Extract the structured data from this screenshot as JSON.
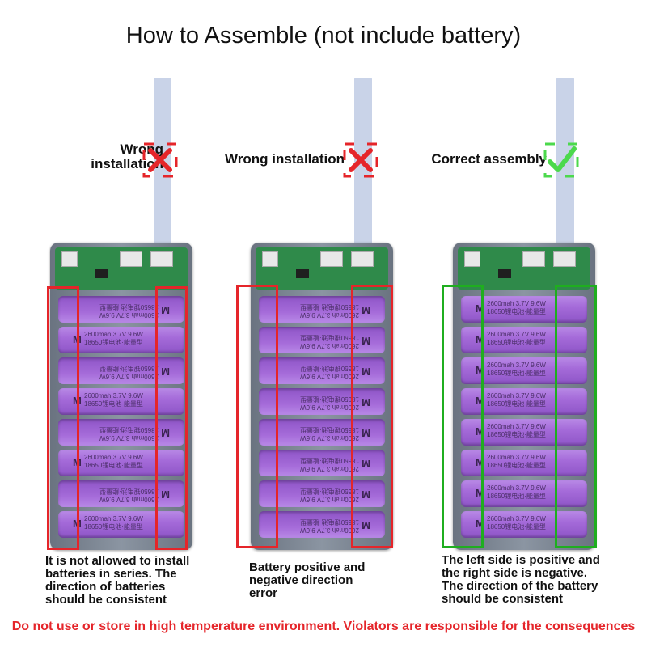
{
  "title": "How to Assemble (not include battery)",
  "panels": [
    {
      "label": "Wrong\ninstallation",
      "status": "wrong",
      "description": "It is not allowed to install batteries in series. The direction of batteries should be consistent"
    },
    {
      "label": "Wrong installation",
      "status": "wrong",
      "description": "Battery positive and negative direction error"
    },
    {
      "label": "Correct assembly",
      "status": "correct",
      "description": "The left side is positive and the right side is negative. The direction of the battery should be consistent"
    }
  ],
  "battery_text": {
    "line1": "2600mah  3.7V  9.6W",
    "line2": "18650锂电池·能量型",
    "logo": "M"
  },
  "warning": "Do not use or store in high temperature environment. Violators are responsible for the consequences",
  "colors": {
    "wrong": "#e5252a",
    "correct": "#1fae1f",
    "battery": "#a56bd9"
  }
}
